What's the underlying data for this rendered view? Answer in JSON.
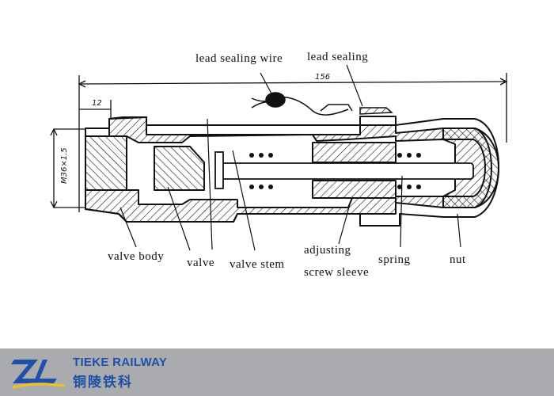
{
  "labels": {
    "lead_sealing_wire": "lead sealing wire",
    "lead_sealing": "lead sealing",
    "valve_body": "valve body",
    "valve": "valve",
    "valve_stem": "valve stem",
    "adjusting": "adjusting",
    "screw_sleeve": "screw sleeve",
    "spring": "spring",
    "nut": "nut"
  },
  "dimensions": {
    "overall_length": "156",
    "left_offset": "12",
    "thread": "M36×1.5"
  },
  "brand": {
    "name_en": "TIEKE RAILWAY",
    "name_cn": "铜陵铁科",
    "color": "#1f4fa8"
  }
}
